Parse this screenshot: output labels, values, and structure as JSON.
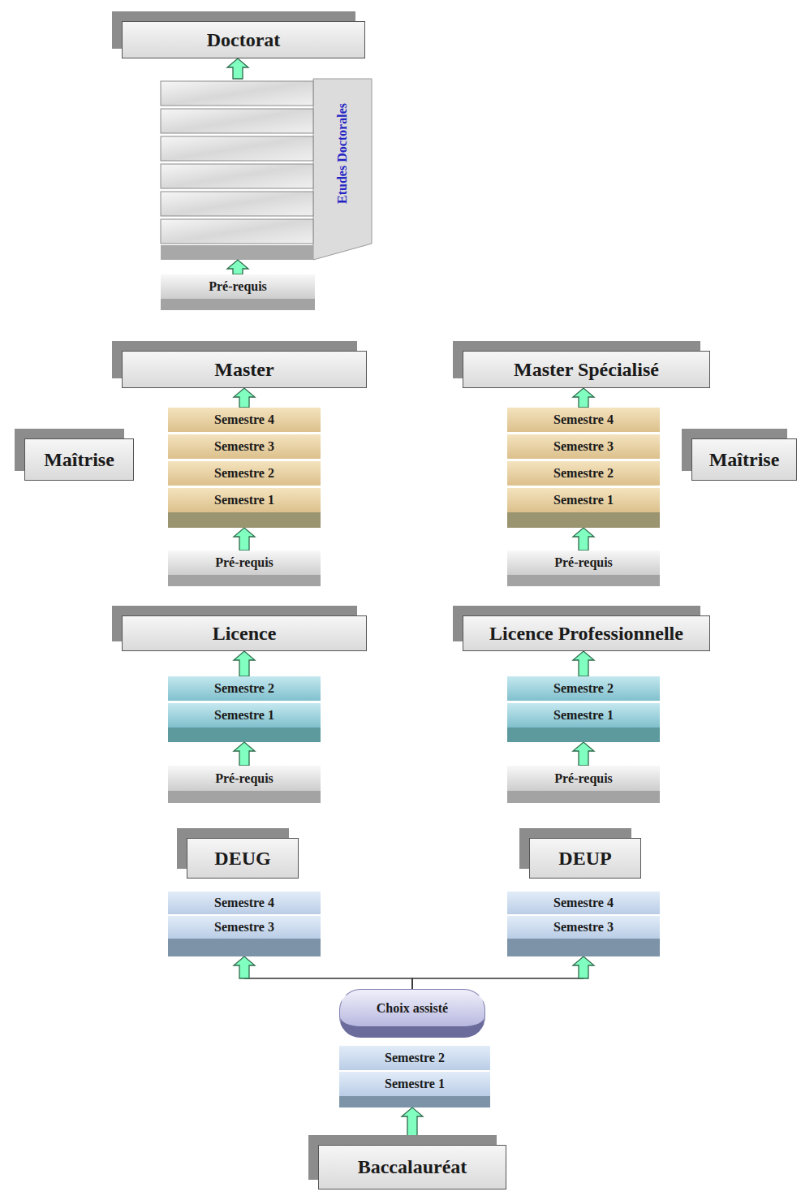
{
  "diagram": {
    "nodes": [
      {
        "text": [
          "Doctorat"
        ]
      },
      {
        "text": [
          "Etudes Doctorales"
        ]
      },
      {
        "text": [
          "Pré-requis"
        ]
      },
      {
        "text": [
          "Master"
        ]
      },
      {
        "text": [
          "Master Spécialisé"
        ]
      },
      {
        "text": [
          "Maîtrise"
        ]
      },
      {
        "text": [
          "Semestre 4"
        ]
      },
      {
        "text": [
          "Semestre 3"
        ]
      },
      {
        "text": [
          "Semestre 2"
        ]
      },
      {
        "text": [
          "Semestre 1"
        ]
      },
      {
        "text": [
          "Maîtrise"
        ]
      },
      {
        "text": [
          "Semestre 4"
        ]
      },
      {
        "text": [
          "Semestre 3"
        ]
      },
      {
        "text": [
          "Semestre 2"
        ]
      },
      {
        "text": [
          "Semestre 1"
        ]
      },
      {
        "text": [
          "Pré-requis"
        ]
      },
      {
        "text": [
          "Pré-requis"
        ]
      },
      {
        "text": [
          "Licence"
        ]
      },
      {
        "text": [
          "Licence Professionnelle"
        ]
      },
      {
        "text": [
          "Semestre 2"
        ]
      },
      {
        "text": [
          "Semestre 1"
        ]
      },
      {
        "text": [
          "Semestre 2"
        ]
      },
      {
        "text": [
          "Semestre 1"
        ]
      },
      {
        "text": [
          "Pré-requis"
        ]
      },
      {
        "text": [
          "Pré-requis"
        ]
      },
      {
        "text": [
          "DEUG"
        ]
      },
      {
        "text": [
          "DEUP"
        ]
      },
      {
        "text": [
          "Semestre 4"
        ]
      },
      {
        "text": [
          "Semestre 3"
        ]
      },
      {
        "text": [
          "Semestre 4"
        ]
      },
      {
        "text": [
          "Semestre 3"
        ]
      },
      {
        "text": [
          "Choix assisté"
        ]
      },
      {
        "text": [
          "Semestre 2"
        ]
      },
      {
        "text": [
          "Semestre 1"
        ]
      },
      {
        "text": [
          "Baccalauréat"
        ]
      }
    ],
    "edges": [
      {
        "from": 1,
        "to": 0,
        "arrow": "to"
      },
      {
        "from": 2,
        "to": 1,
        "arrow": "to"
      },
      {
        "from": 6,
        "to": 3,
        "arrow": "to"
      },
      {
        "from": 11,
        "to": 4,
        "arrow": "to"
      },
      {
        "from": 15,
        "to": 9,
        "arrow": "to"
      },
      {
        "from": 16,
        "to": 14,
        "arrow": "to"
      },
      {
        "from": 19,
        "to": 17,
        "arrow": "to"
      },
      {
        "from": 21,
        "to": 18,
        "arrow": "to"
      },
      {
        "from": 23,
        "to": 20,
        "arrow": "to"
      },
      {
        "from": 24,
        "to": 22,
        "arrow": "to"
      },
      {
        "from": 31,
        "to": 28,
        "arrow": "to"
      },
      {
        "from": 31,
        "to": 30,
        "arrow": "to"
      },
      {
        "from": 34,
        "to": 33,
        "arrow": "to"
      }
    ]
  }
}
